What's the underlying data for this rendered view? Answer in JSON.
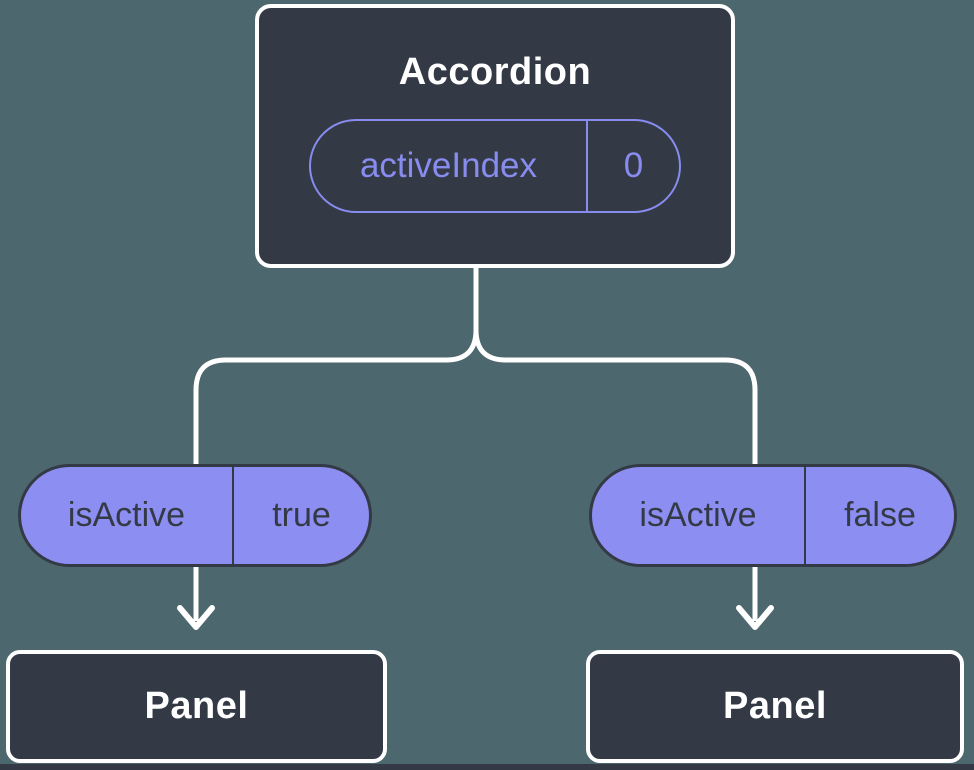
{
  "diagram": {
    "description": "React component tree showing state passed down as props",
    "colors": {
      "background": "#4D676E",
      "box_fill": "#333A46",
      "box_border": "#FFFFFF",
      "accent_purple": "#888CEF",
      "prop_pill_fill": "#8C8EF1",
      "connector_line": "#FFFFFF"
    },
    "root": {
      "title": "Accordion",
      "state_pill": {
        "name": "activeIndex",
        "value": "0"
      }
    },
    "children": [
      {
        "prop_pill": {
          "name": "isActive",
          "value": "true"
        },
        "box_label": "Panel"
      },
      {
        "prop_pill": {
          "name": "isActive",
          "value": "false"
        },
        "box_label": "Panel"
      }
    ]
  }
}
